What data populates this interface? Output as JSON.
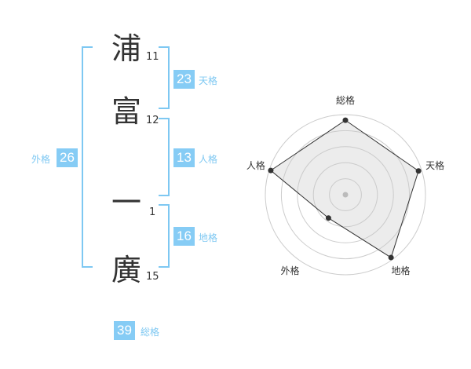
{
  "name": {
    "chars": [
      {
        "char": "浦",
        "strokes": "11"
      },
      {
        "char": "富",
        "strokes": "12"
      },
      {
        "char": "一",
        "strokes": "1"
      },
      {
        "char": "廣",
        "strokes": "15"
      }
    ]
  },
  "scores": {
    "tenkaku": {
      "value": "23",
      "label": "天格"
    },
    "jinkaku": {
      "value": "13",
      "label": "人格"
    },
    "chikaku": {
      "value": "16",
      "label": "地格"
    },
    "gaikaku": {
      "value": "26",
      "label": "外格"
    },
    "soukaku": {
      "value": "39",
      "label": "総格"
    }
  },
  "colors": {
    "accent": "#86ccf5",
    "bracket": "#7ec8f2",
    "text": "#333333"
  },
  "chart_data": {
    "type": "radar",
    "axes": [
      "総格",
      "天格",
      "地格",
      "外格",
      "人格"
    ],
    "levels": 5,
    "values": [
      0.93,
      0.96,
      0.97,
      0.36,
      0.98
    ]
  }
}
